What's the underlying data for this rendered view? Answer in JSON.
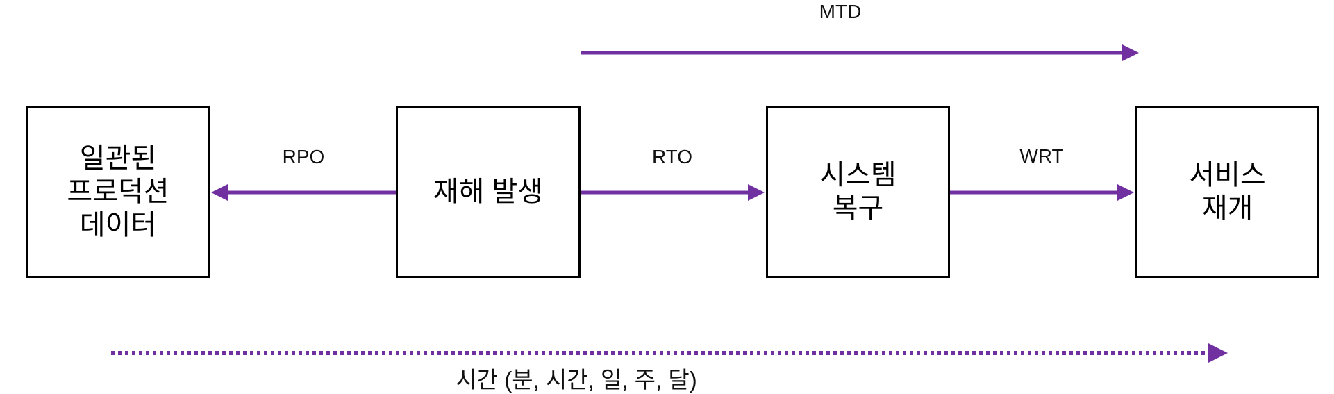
{
  "colors": {
    "accent": "#7030A0",
    "line": "#000000",
    "background": "#FFFFFF"
  },
  "boxes": [
    {
      "id": "consistent-production-data",
      "label": "일관된\n프로덕션\n데이터"
    },
    {
      "id": "disaster-occurrence",
      "label": "재해 발생"
    },
    {
      "id": "system-recovery",
      "label": "시스템\n복구"
    },
    {
      "id": "service-resumption",
      "label": "서비스\n재개"
    }
  ],
  "arrows": {
    "mtd": {
      "label": "MTD",
      "direction": "right",
      "style": "solid"
    },
    "rpo": {
      "label": "RPO",
      "direction": "left",
      "style": "solid"
    },
    "rto": {
      "label": "RTO",
      "direction": "right",
      "style": "solid"
    },
    "wrt": {
      "label": "WRT",
      "direction": "right",
      "style": "solid"
    },
    "timeline": {
      "label": "시간 (분, 시간, 일, 주, 달)",
      "direction": "right",
      "style": "dotted"
    }
  }
}
